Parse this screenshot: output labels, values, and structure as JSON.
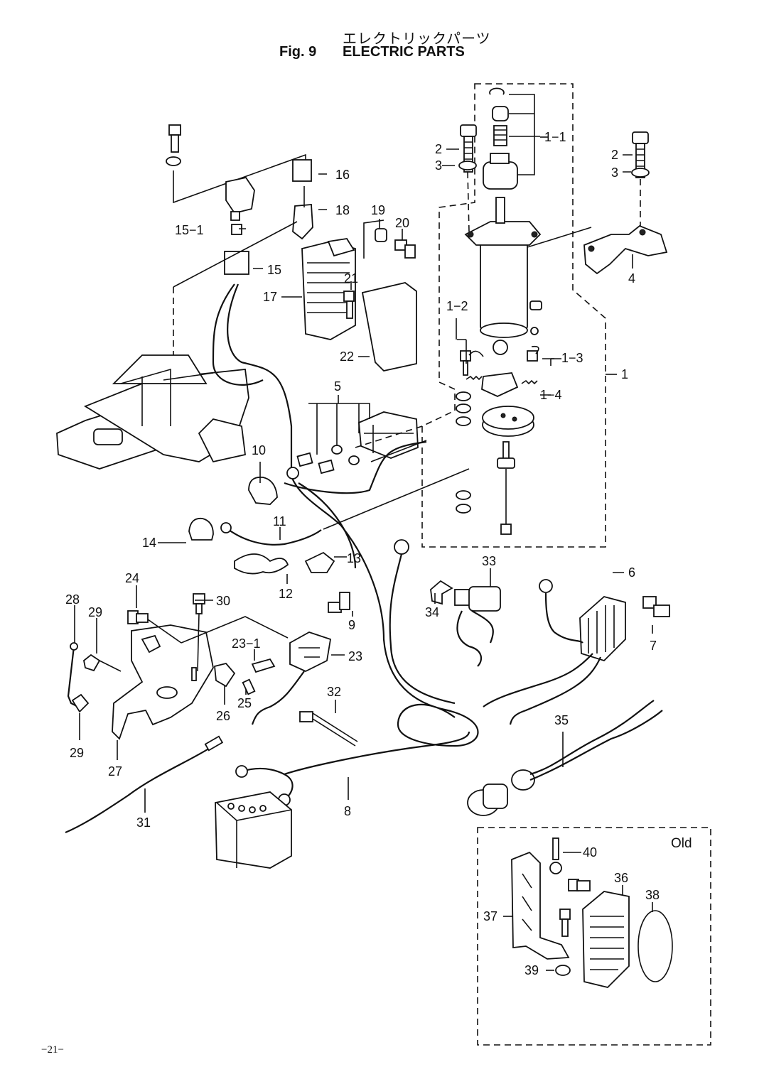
{
  "header": {
    "title_jp": "エレクトリックパーツ",
    "fig_no": "Fig. 9",
    "title_en": "ELECTRIC PARTS"
  },
  "inset": {
    "label": "Old"
  },
  "callouts": {
    "c1": "1",
    "c1_1": "1−1",
    "c1_2": "1−2",
    "c1_3": "1−3",
    "c1_4": "1−4",
    "c2a": "2",
    "c2b": "2",
    "c3a": "3",
    "c3b": "3",
    "c4": "4",
    "c5": "5",
    "c6": "6",
    "c7": "7",
    "c8": "8",
    "c9": "9",
    "c10": "10",
    "c11": "11",
    "c12": "12",
    "c13": "13",
    "c14": "14",
    "c15": "15",
    "c15_1": "15−1",
    "c16": "16",
    "c17": "17",
    "c18": "18",
    "c19": "19",
    "c20": "20",
    "c21": "21",
    "c22": "22",
    "c23": "23",
    "c23_1": "23−1",
    "c24": "24",
    "c25": "25",
    "c26": "26",
    "c27": "27",
    "c28": "28",
    "c29a": "29",
    "c29b": "29",
    "c30": "30",
    "c31": "31",
    "c32": "32",
    "c33": "33",
    "c34": "34",
    "c35": "35",
    "c36": "36",
    "c37": "37",
    "c38": "38",
    "c39": "39",
    "c40": "40"
  },
  "footer": {
    "page_no": "−21−"
  }
}
